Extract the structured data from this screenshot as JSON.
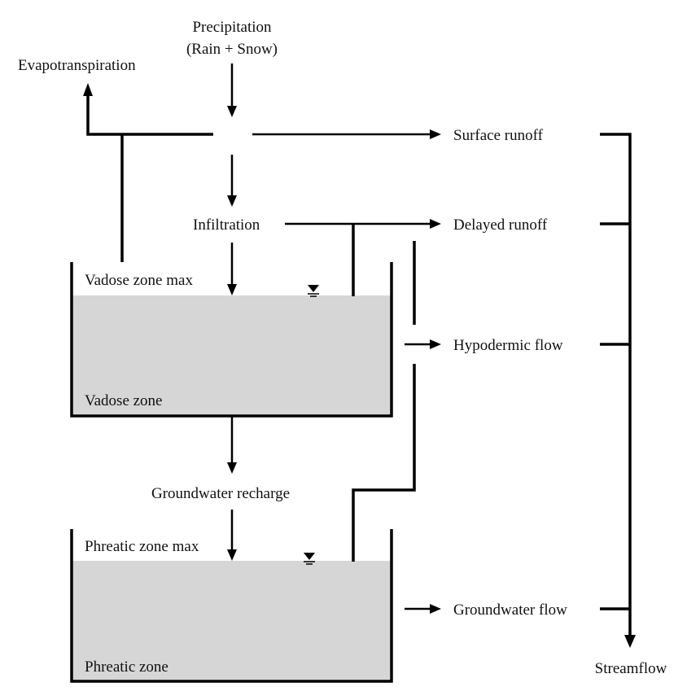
{
  "labels": {
    "precipitation_line1": "Precipitation",
    "precipitation_line2": "(Rain + Snow)",
    "evapotranspiration": "Evapotranspiration",
    "surface_runoff": "Surface runoff",
    "infiltration": "Infiltration",
    "delayed_runoff": "Delayed runoff",
    "vadose_zone_max": "Vadose zone max",
    "vadose_zone": "Vadose zone",
    "hypodermic_flow": "Hypodermic flow",
    "groundwater_recharge": "Groundwater recharge",
    "phreatic_zone_max": "Phreatic zone max",
    "phreatic_zone": "Phreatic zone",
    "groundwater_flow": "Groundwater flow",
    "streamflow": "Streamflow"
  },
  "colors": {
    "line": "#000000",
    "reservoir_fill": "#d6d6d6",
    "text": "#111111"
  }
}
